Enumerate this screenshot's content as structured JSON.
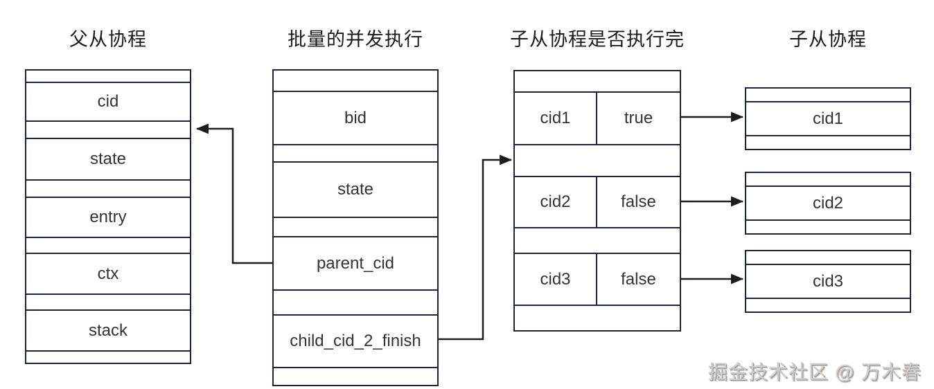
{
  "theme": {
    "border_color": "#1a2340",
    "arrow_color": "#1c1c1c",
    "title_color": "#1a1a1a",
    "label_color": "#333333",
    "watermark_color": "#cfccc9",
    "background": "#ffffff"
  },
  "columns": {
    "parent": {
      "title": "父从协程",
      "rows": [
        "cid",
        "state",
        "entry",
        "ctx",
        "stack"
      ]
    },
    "batch": {
      "title": "批量的并发执行",
      "rows": [
        "bid",
        "state",
        "parent_cid",
        "child_cid_2_finish"
      ]
    },
    "finish": {
      "title": "子从协程是否执行完",
      "rows": [
        {
          "key": "cid1",
          "value": "true"
        },
        {
          "key": "cid2",
          "value": "false"
        },
        {
          "key": "cid3",
          "value": "false"
        }
      ]
    },
    "children": {
      "title": "子从协程",
      "boxes": [
        "cid1",
        "cid2",
        "cid3"
      ]
    }
  },
  "connections": [
    {
      "from": "batch.parent_cid",
      "to": "parent-table"
    },
    {
      "from": "batch.child_cid_2_finish",
      "to": "finish-table"
    },
    {
      "from": "finish.cid1",
      "to": "children.cid1"
    },
    {
      "from": "finish.cid2",
      "to": "children.cid2"
    },
    {
      "from": "finish.cid3",
      "to": "children.cid3"
    }
  ],
  "watermark": "掘金技术社区 @ 万木春"
}
